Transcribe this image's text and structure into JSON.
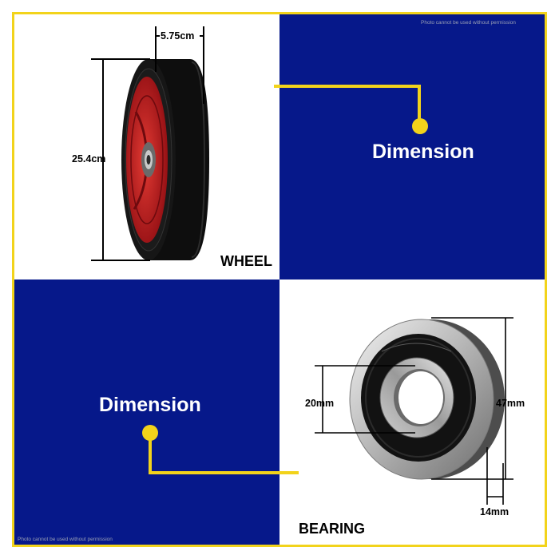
{
  "watermark": "Photo cannot be used without permission",
  "wheel": {
    "title": "WHEEL",
    "width_label": "5.75cm",
    "diameter_label": "25.4cm"
  },
  "bearing": {
    "title": "BEARING",
    "inner_label": "20mm",
    "outer_label": "47mm",
    "width_label": "14mm"
  },
  "callouts": {
    "top": "Dimension",
    "bottom": "Dimension"
  },
  "colors": {
    "navy": "#06188a",
    "accent": "#f2d31b",
    "tire": "#0e0e0e",
    "hub": "#c4151c"
  }
}
